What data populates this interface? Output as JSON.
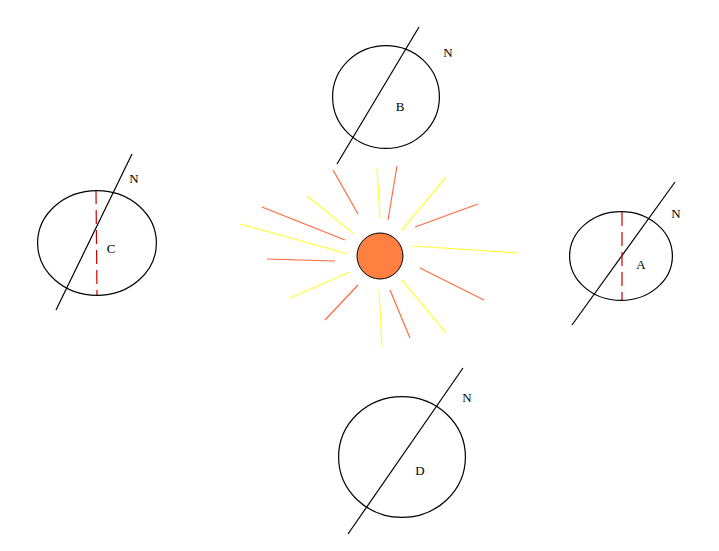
{
  "diagram": {
    "nodes": [
      {
        "text": [
          "B"
        ]
      },
      {
        "text": [
          "C"
        ]
      },
      {
        "text": [
          "A"
        ]
      },
      {
        "text": [
          "D"
        ]
      }
    ],
    "labels": [
      "N",
      "N",
      "N",
      "N"
    ]
  }
}
